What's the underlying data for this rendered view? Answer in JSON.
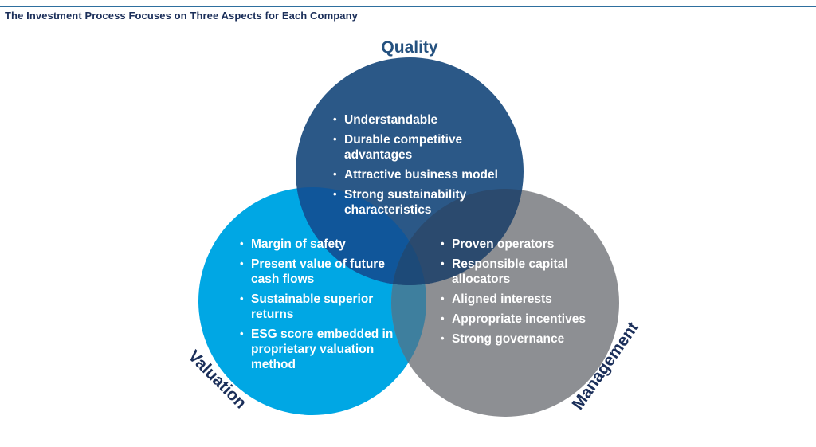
{
  "title": "The Investment Process Focuses on Three Aspects for Each Company",
  "circles": {
    "quality": {
      "label": "Quality",
      "items": [
        "Understandable",
        "Durable competitive advantages",
        "Attractive business model",
        "Strong sustainability characteristics"
      ],
      "color": "#24517f"
    },
    "valuation": {
      "label": "Valuation",
      "items": [
        "Margin of safety",
        "Present value of future cash flows",
        "Sustainable superior returns",
        "ESG score embedded in proprietary valuation method"
      ],
      "color": "#00a7e4"
    },
    "management": {
      "label": "Management",
      "items": [
        "Proven operators",
        "Responsible capital allocators",
        "Aligned interests",
        "Appropriate incentives",
        "Strong governance"
      ],
      "color": "#8d8f93"
    }
  },
  "label_color_quality": "#24517f",
  "label_color_other": "#1b2f5a"
}
